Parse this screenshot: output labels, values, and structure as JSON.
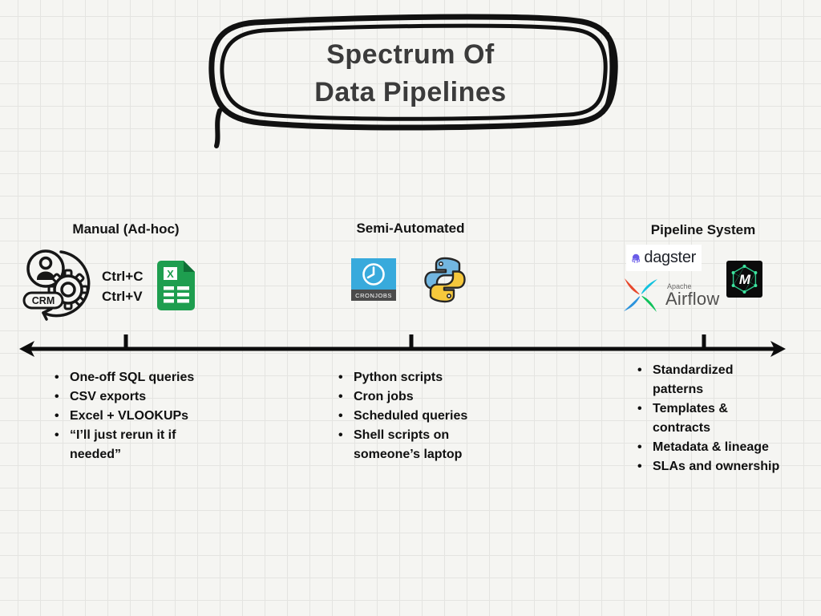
{
  "title": {
    "line1": "Spectrum Of",
    "line2": "Data Pipelines"
  },
  "columns": [
    {
      "header": "Manual (Ad-hoc)",
      "crm_label": "CRM",
      "shortcuts": [
        "Ctrl+C",
        "Ctrl+V"
      ],
      "excel_letter": "X",
      "items": [
        "One-off SQL queries",
        "CSV exports",
        "Excel + VLOOKUPs",
        "“I’ll just rerun it if\nneeded”"
      ]
    },
    {
      "header": "Semi-Automated",
      "cron_label": "CRONJOBS",
      "items": [
        "Python scripts",
        "Cron jobs",
        "Scheduled queries",
        "Shell scripts on\nsomeone’s laptop"
      ]
    },
    {
      "header": "Pipeline System",
      "dagster_label": "dagster",
      "airflow_label_top": "Apache",
      "airflow_label": "Airflow",
      "mage_letter": "M",
      "items": [
        "Standardized\npatterns",
        "Templates &\ncontracts",
        "Metadata & lineage",
        "SLAs and ownership"
      ]
    }
  ],
  "colors": {
    "excel_green": "#1e9e4f",
    "excel_fold_green": "#0e6f35",
    "cron_blue": "#38aadc",
    "python_blue": "#72b6e0",
    "python_yellow": "#f6c83c",
    "dagster_purple": "#6a5ce8",
    "airflow_red": "#e8472b",
    "airflow_cyan": "#13c2de",
    "airflow_green": "#0fc25b",
    "airflow_blue": "#2c93dc",
    "mage_green": "#2ecc8e",
    "ink": "#111111"
  }
}
